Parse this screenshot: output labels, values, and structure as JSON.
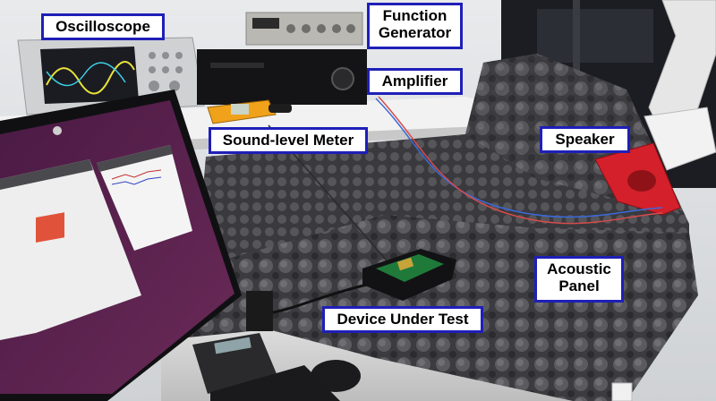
{
  "labels": {
    "oscilloscope": "Oscilloscope",
    "function_generator_line1": "Function",
    "function_generator_line2": "Generator",
    "amplifier": "Amplifier",
    "sound_level_meter": "Sound-level Meter",
    "speaker": "Speaker",
    "acoustic_panel_line1": "Acoustic",
    "acoustic_panel_line2": "Panel",
    "device_under_test": "Device Under Test"
  },
  "colors": {
    "callout_border": "#1f1fb8",
    "callout_background": "#ffffff",
    "speaker_red": "#d4202a",
    "monitor_purple": "#5a1f4e",
    "foam_gray": "#4a4a4e"
  }
}
